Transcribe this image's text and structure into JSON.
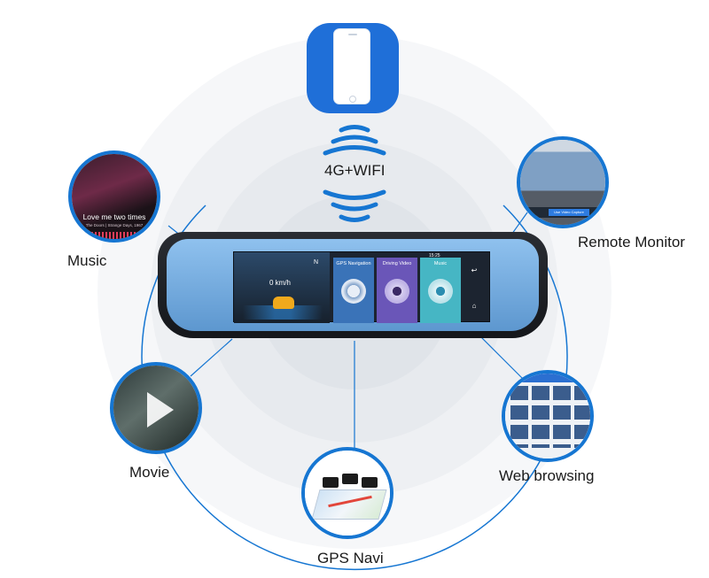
{
  "labels": {
    "wifi": "4G+WIFI",
    "music": "Music",
    "remote": "Remote Monitor",
    "movie": "Movie",
    "web": "Web browsing",
    "gps": "GPS Navi"
  },
  "screen": {
    "speed": "0 km/h",
    "compass": "N",
    "clock": "15:25",
    "tiles": {
      "gps": "GPS Navigation",
      "video": "Driving Video",
      "music": "Music"
    }
  },
  "music_card": {
    "song": "Love me two times",
    "artist": "The Doors | Strange Days, 1967"
  },
  "remote_card": {
    "button": "Use Video Capture"
  },
  "colors": {
    "accent": "#1676d2",
    "phone_bg": "#1f6fd8"
  }
}
